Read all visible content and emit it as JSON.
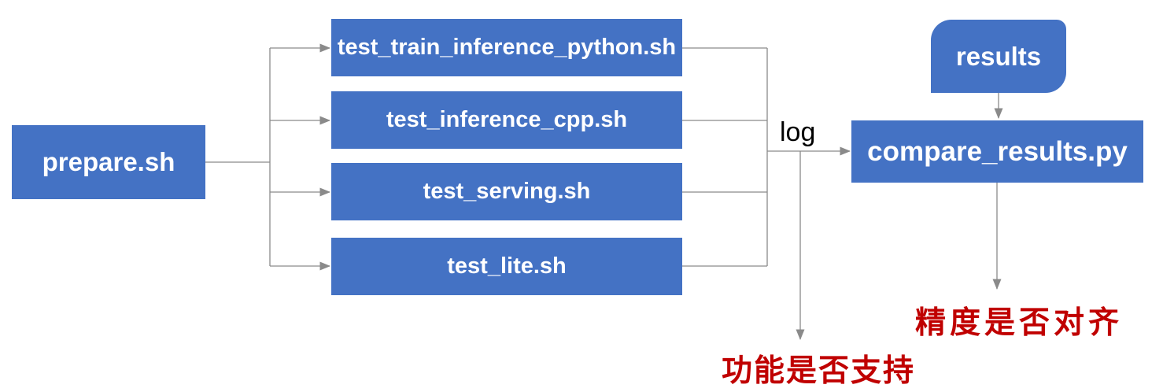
{
  "diagram": {
    "nodes": {
      "prepare": {
        "label": "prepare.sh"
      },
      "tests": [
        {
          "label": "test_train_inference_python.sh"
        },
        {
          "label": "test_inference_cpp.sh"
        },
        {
          "label": "test_serving.sh"
        },
        {
          "label": "test_lite.sh"
        }
      ],
      "compare": {
        "label": "compare_results.py"
      },
      "results": {
        "label": "results"
      }
    },
    "annotations": {
      "log_label": "log",
      "function_support": "功能是否支持",
      "precision_aligned": "精度是否对齐"
    },
    "colors": {
      "node_fill": "#4472C4",
      "node_text": "#FFFFFF",
      "connector_gray": "#8A8A8A",
      "annotation_red": "#C00000",
      "log_text": "#000000"
    }
  }
}
